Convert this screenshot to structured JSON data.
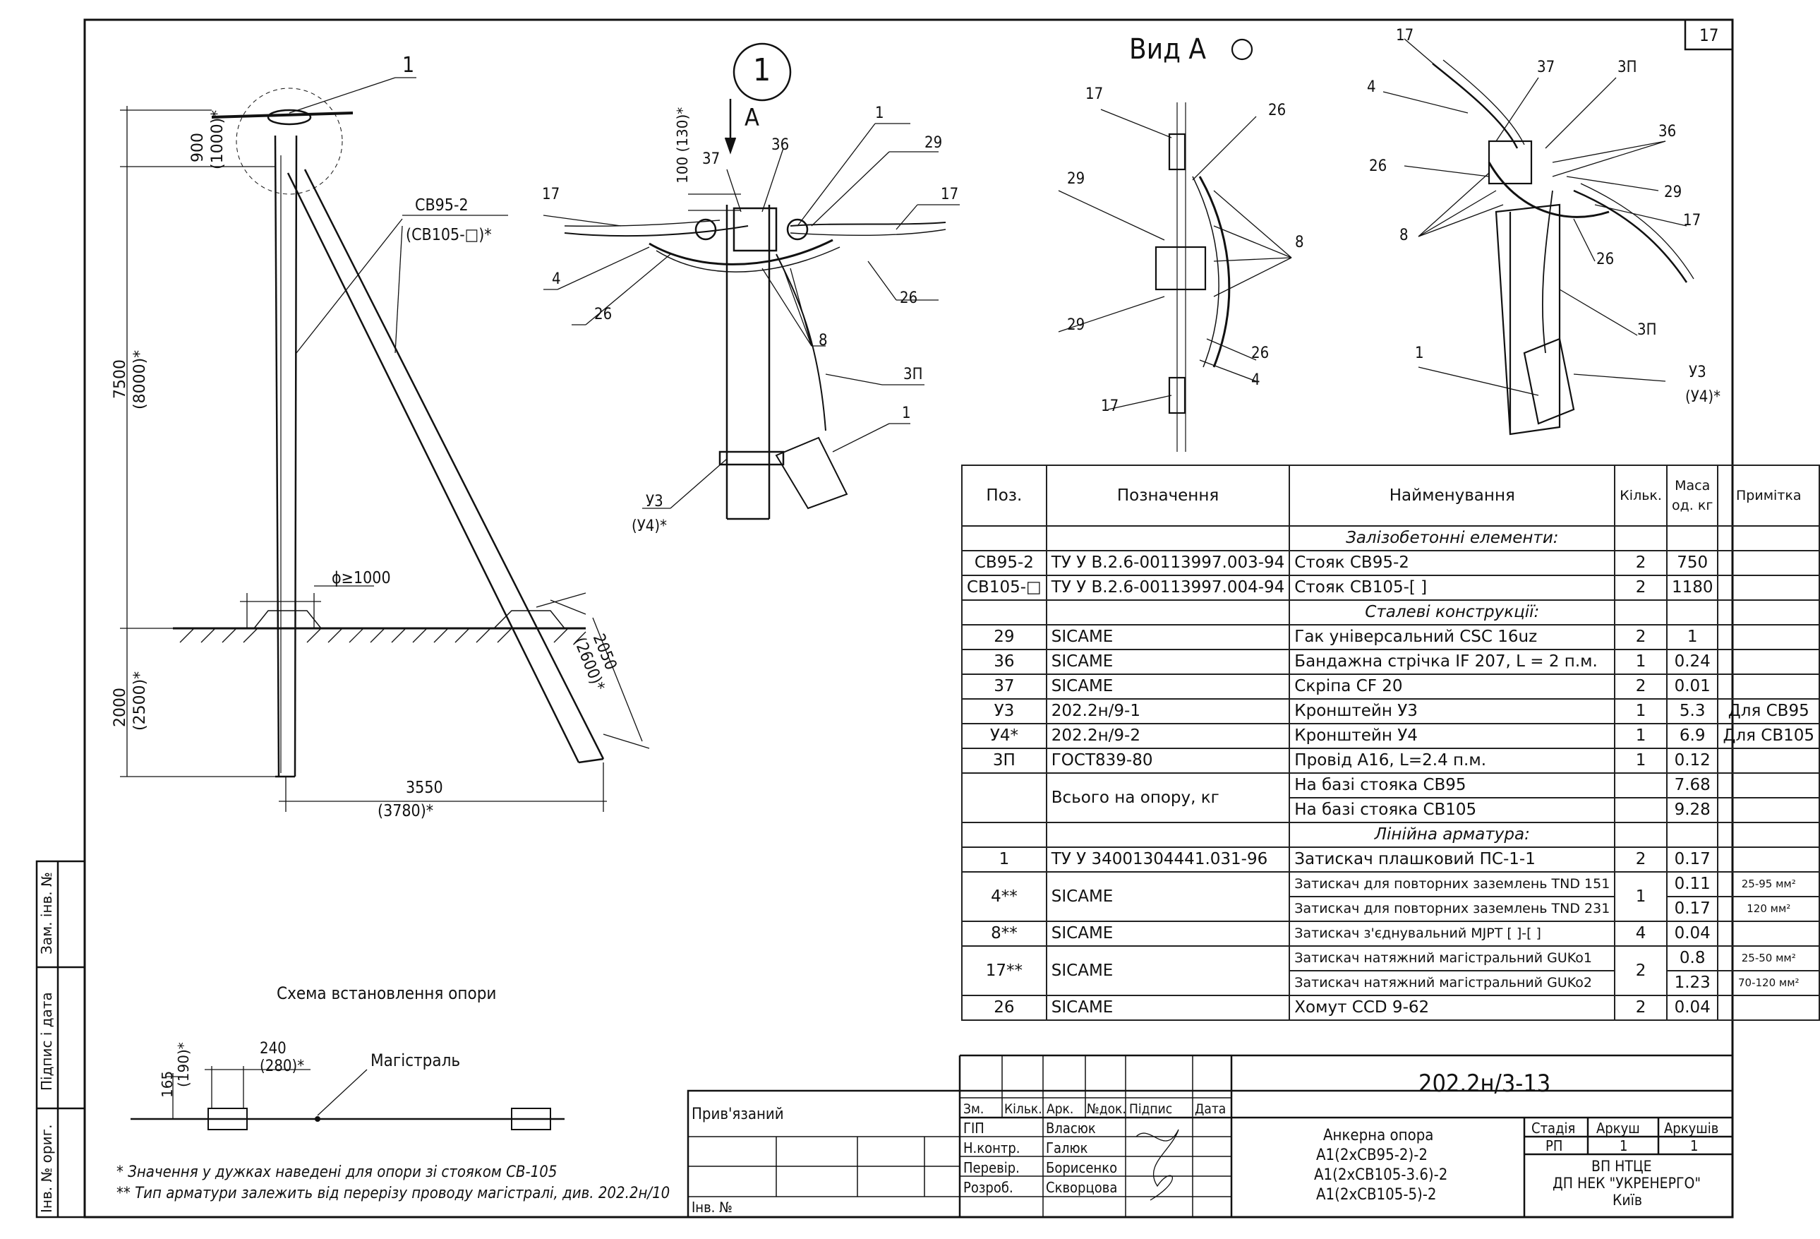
{
  "sheet_number": "17",
  "main_view": {
    "callout": "1",
    "dims": [
      "900",
      "(1000)*",
      "7500",
      "(8000)*",
      "2000",
      "(2500)*",
      "3550",
      "(3780)*",
      "2050",
      "(2600)*",
      "ϕ≥1000"
    ],
    "pole_labels": [
      "СВ95-2",
      "(СВ105-□)*"
    ]
  },
  "detail_view": {
    "title": "1",
    "arrow": "А",
    "labels": [
      "1",
      "29",
      "17",
      "17",
      "36",
      "37",
      "4",
      "26",
      "26",
      "8",
      "3П",
      "1",
      "У3",
      "(У4)*"
    ],
    "dim": "100 (130)*"
  },
  "view_a": {
    "title": "Вид А",
    "labels": [
      "17",
      "26",
      "29",
      "8",
      "29",
      "26",
      "4",
      "17"
    ]
  },
  "iso_view": {
    "labels": [
      "17",
      "37",
      "3П",
      "4",
      "36",
      "26",
      "29",
      "17",
      "8",
      "26",
      "3П",
      "1",
      "У3",
      "(У4)*"
    ]
  },
  "scheme": {
    "title": "Схема встановлення опори",
    "dims": [
      "165",
      "(190)*",
      "240",
      "(280)*"
    ],
    "label": "Магістраль"
  },
  "notes": [
    "* Значення у дужках наведені для опори зі стояком СВ-105",
    "** Тип арматури залежить від перерізу проводу магістралі, див. 202.2н/10"
  ],
  "spec_table": {
    "headers": [
      "Поз.",
      "Позначення",
      "Найменування",
      "Кільк.",
      "Маса од. кг",
      "Примітка"
    ],
    "sections": {
      "s1": "Залізобетонні елементи:",
      "s2": "Сталеві конструкції:",
      "s3": "Лінійна арматура:"
    },
    "rows": [
      {
        "pos": "СВ95-2",
        "des": "ТУ У В.2.6-00113997.003-94",
        "name": "Стояк СВ95-2",
        "qty": "2",
        "mass": "750",
        "note": ""
      },
      {
        "pos": "СВ105-□",
        "des": "ТУ У В.2.6-00113997.004-94",
        "name": "Стояк СВ105-[   ]",
        "qty": "2",
        "mass": "1180",
        "note": ""
      },
      {
        "pos": "29",
        "des": "SICAME",
        "name": "Гак універсальний CSC 16uz",
        "qty": "2",
        "mass": "1",
        "note": ""
      },
      {
        "pos": "36",
        "des": "SICAME",
        "name": "Бандажна стрічка IF 207, L = 2 п.м.",
        "qty": "1",
        "mass": "0.24",
        "note": ""
      },
      {
        "pos": "37",
        "des": "SICAME",
        "name": "Скріпа CF 20",
        "qty": "2",
        "mass": "0.01",
        "note": ""
      },
      {
        "pos": "У3",
        "des": "202.2н/9-1",
        "name": "Кронштейн У3",
        "qty": "1",
        "mass": "5.3",
        "note": "Для СВ95"
      },
      {
        "pos": "У4*",
        "des": "202.2н/9-2",
        "name": "Кронштейн У4",
        "qty": "1",
        "mass": "6.9",
        "note": "Для СВ105"
      },
      {
        "pos": "3П",
        "des": "ГОСТ839-80",
        "name": "Провід А16, L=2.4 п.м.",
        "qty": "1",
        "mass": "0.12",
        "note": ""
      }
    ],
    "total_label": "Всього на опору, кг",
    "totals": [
      {
        "name": "На базі стояка СВ95",
        "mass": "7.68"
      },
      {
        "name": "На базі стояка СВ105",
        "mass": "9.28"
      }
    ],
    "arm_rows": [
      {
        "pos": "1",
        "des": "ТУ У 34001304441.031-96",
        "name": "Затискач плашковий ПС-1-1",
        "qty": "2",
        "mass": "0.17",
        "note": ""
      },
      {
        "pos": "4**",
        "des": "SICAME",
        "name": "Затискач для повторних заземлень TND 151",
        "qty": "1",
        "mass": "0.11",
        "note": "25-95 мм²"
      },
      {
        "pos": "",
        "des": "",
        "name": "Затискач для повторних заземлень TND 231",
        "qty": "",
        "mass": "0.17",
        "note": "120 мм²"
      },
      {
        "pos": "8**",
        "des": "SICAME",
        "name": "Затискач з'єднувальний MJPT [  ]-[  ]",
        "qty": "4",
        "mass": "0.04",
        "note": ""
      },
      {
        "pos": "17**",
        "des": "SICAME",
        "name": "Затискач натяжний магістральний GUKo1",
        "qty": "2",
        "mass": "0.8",
        "note": "25-50 мм²"
      },
      {
        "pos": "",
        "des": "",
        "name": "Затискач натяжний магістральний GUKo2",
        "qty": "",
        "mass": "1.23",
        "note": "70-120 мм²"
      },
      {
        "pos": "26",
        "des": "SICAME",
        "name": "Хомут CCD 9-62",
        "qty": "2",
        "mass": "0.04",
        "note": ""
      }
    ]
  },
  "title_block": {
    "doc_code": "202.2н/3-13",
    "columns": [
      "Зм.",
      "Кільк.",
      "Арк.",
      "№док.",
      "Підпис",
      "Дата"
    ],
    "roles": [
      {
        "role": "ГІП",
        "name": "Власюк"
      },
      {
        "role": "Н.контр.",
        "name": "Галюк"
      },
      {
        "role": "Перевір.",
        "name": "Борисенко"
      },
      {
        "role": "Розроб.",
        "name": "Скворцова"
      }
    ],
    "object_lines": [
      "Анкерна опора",
      "А1(2хСВ95-2)-2",
      "А1(2хСВ105-3.6)-2",
      "А1(2хСВ105-5)-2"
    ],
    "stage_headers": [
      "Стадія",
      "Аркуш",
      "Аркушів"
    ],
    "stage_values": [
      "РП",
      "1",
      "1"
    ],
    "org_lines": [
      "ВП НТЦЕ",
      "ДП НЕК \"УКРЕНЕРГО\"",
      "Київ"
    ],
    "attached": "Прив'язаний",
    "inv_no": "Інв. №"
  },
  "side_stamp": [
    "Зам. інв. №",
    "Підпис і дата",
    "Інв. № ориг."
  ]
}
